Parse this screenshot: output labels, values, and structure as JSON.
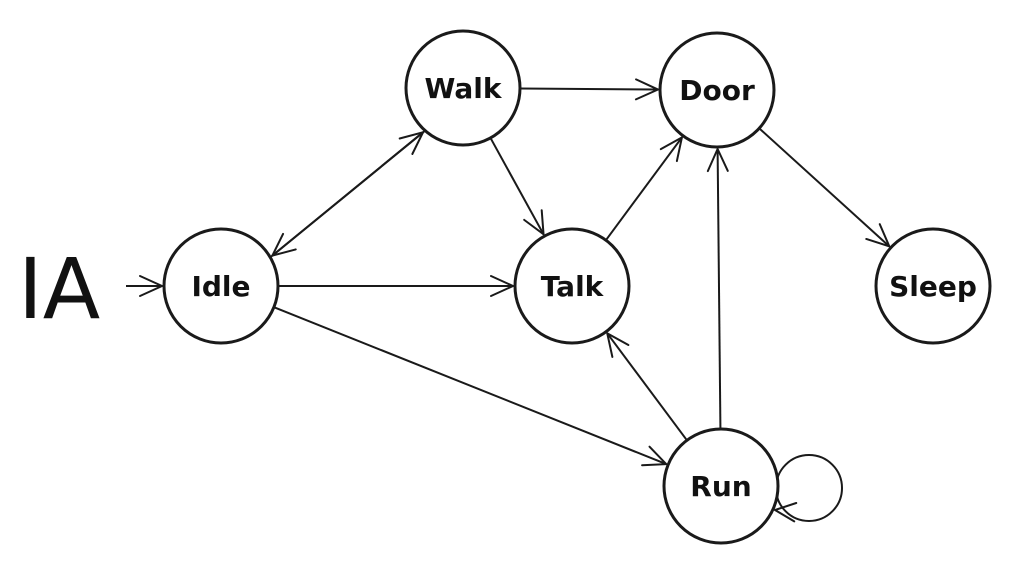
{
  "diagram": {
    "type": "state-machine",
    "label": "IA",
    "initial_state": "idle",
    "nodes": [
      {
        "id": "idle",
        "label": "Idle"
      },
      {
        "id": "walk",
        "label": "Walk"
      },
      {
        "id": "door",
        "label": "Door"
      },
      {
        "id": "talk",
        "label": "Talk"
      },
      {
        "id": "sleep",
        "label": "Sleep"
      },
      {
        "id": "run",
        "label": "Run"
      }
    ],
    "edges": [
      {
        "from": "idle",
        "to": "walk"
      },
      {
        "from": "walk",
        "to": "idle"
      },
      {
        "from": "idle",
        "to": "talk"
      },
      {
        "from": "idle",
        "to": "run"
      },
      {
        "from": "walk",
        "to": "door"
      },
      {
        "from": "walk",
        "to": "talk"
      },
      {
        "from": "talk",
        "to": "door"
      },
      {
        "from": "run",
        "to": "door"
      },
      {
        "from": "run",
        "to": "talk"
      },
      {
        "from": "door",
        "to": "sleep"
      },
      {
        "from": "run",
        "to": "run"
      }
    ]
  }
}
